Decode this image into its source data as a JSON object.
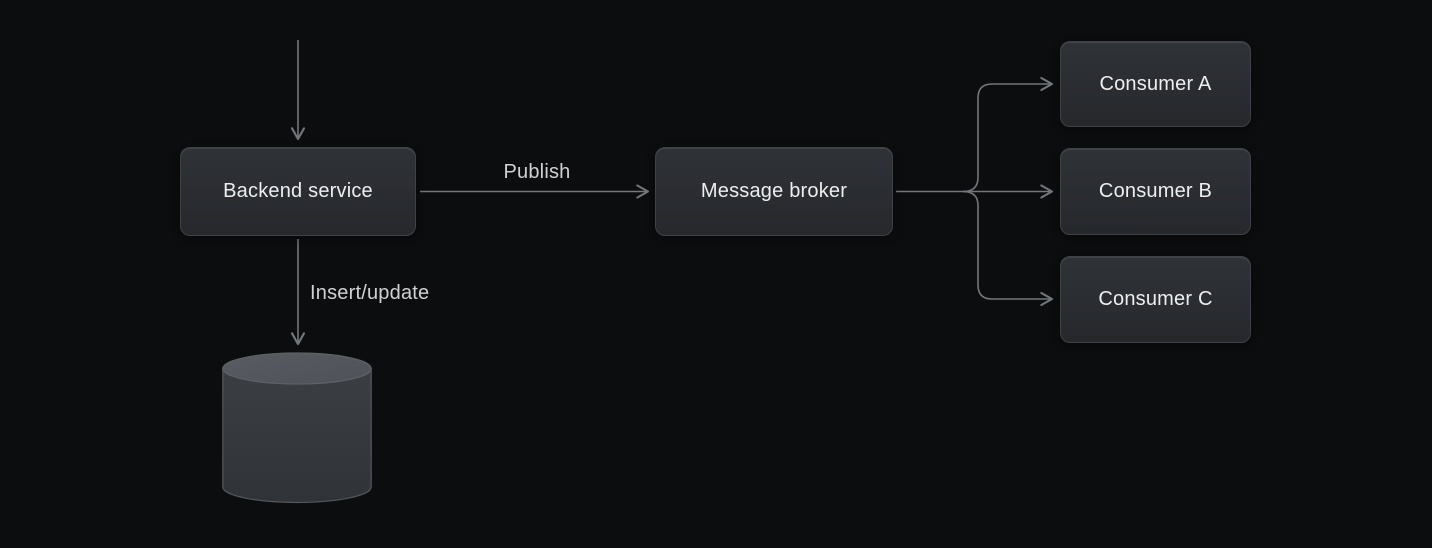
{
  "diagram": {
    "nodes": [
      {
        "id": "backend-service",
        "label": "Backend service",
        "type": "box"
      },
      {
        "id": "message-broker",
        "label": "Message broker",
        "type": "box"
      },
      {
        "id": "consumer-a",
        "label": "Consumer A",
        "type": "box"
      },
      {
        "id": "consumer-b",
        "label": "Consumer B",
        "type": "box"
      },
      {
        "id": "consumer-c",
        "label": "Consumer C",
        "type": "box"
      },
      {
        "id": "database",
        "label": "",
        "type": "cylinder",
        "icon": "database-cylinder-icon"
      }
    ],
    "edges": [
      {
        "from": "external",
        "to": "backend-service",
        "label": ""
      },
      {
        "from": "backend-service",
        "to": "message-broker",
        "label": "Publish"
      },
      {
        "from": "message-broker",
        "to": "consumer-a",
        "label": ""
      },
      {
        "from": "message-broker",
        "to": "consumer-b",
        "label": ""
      },
      {
        "from": "message-broker",
        "to": "consumer-c",
        "label": ""
      },
      {
        "from": "backend-service",
        "to": "database",
        "label": "Insert/update"
      }
    ],
    "colors": {
      "background": "#0c0d0e",
      "connector": "#73767a",
      "node_fill_top": "#2f3237",
      "node_fill_bottom": "#26282c",
      "node_border": "#3e4146",
      "node_text": "#eceeef",
      "edge_label_text": "#cfd2d4",
      "cylinder_top": "#54575d",
      "cylinder_body": "#383b40"
    }
  }
}
